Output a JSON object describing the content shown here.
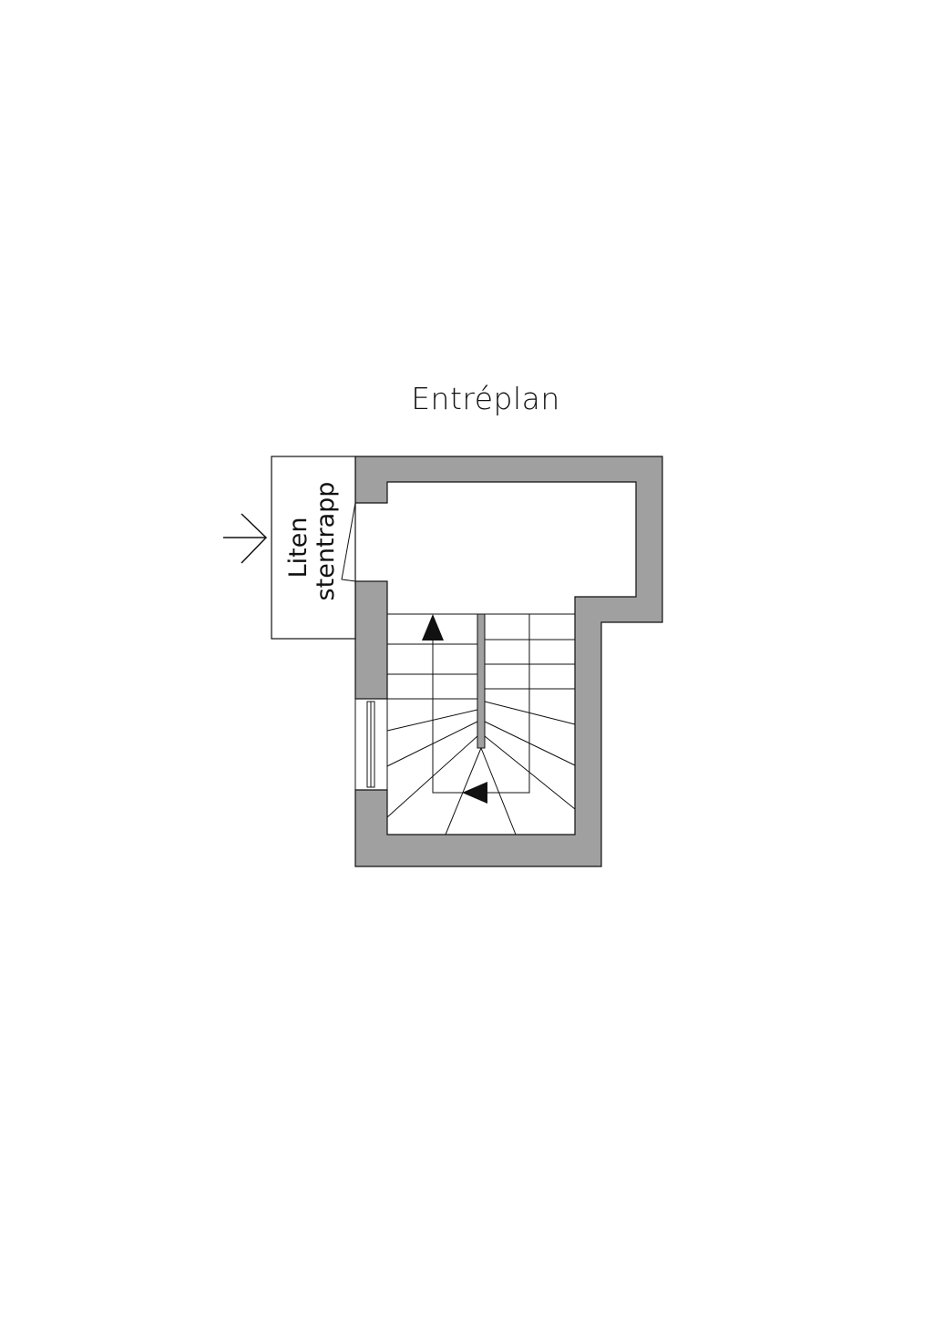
{
  "title": "Entréplan",
  "labels": {
    "line1": "Liten",
    "line2": "stentrapp"
  },
  "colors": {
    "wall": "#a0a0a0",
    "line": "#111111"
  },
  "icons": {
    "entrance": "arrow-right-icon",
    "stair_up": "arrow-up-icon",
    "stair_direction": "arrow-left-icon"
  }
}
